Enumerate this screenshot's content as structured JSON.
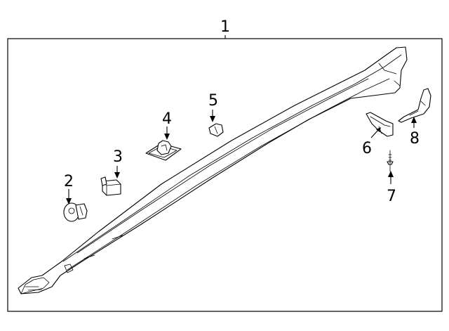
{
  "diagram": {
    "callouts": {
      "c1": "1",
      "c2": "2",
      "c3": "3",
      "c4": "4",
      "c5": "5",
      "c6": "6",
      "c7": "7",
      "c8": "8"
    },
    "parts": [
      {
        "callout": "1",
        "icon": "rocker-panel-molding"
      },
      {
        "callout": "2",
        "icon": "round-push-clip"
      },
      {
        "callout": "3",
        "icon": "square-retainer-clip"
      },
      {
        "callout": "4",
        "icon": "molding-clip"
      },
      {
        "callout": "5",
        "icon": "small-clip"
      },
      {
        "callout": "6",
        "icon": "mounting-bracket"
      },
      {
        "callout": "7",
        "icon": "push-pin-rivet"
      },
      {
        "callout": "8",
        "icon": "end-cap-trim"
      }
    ]
  }
}
